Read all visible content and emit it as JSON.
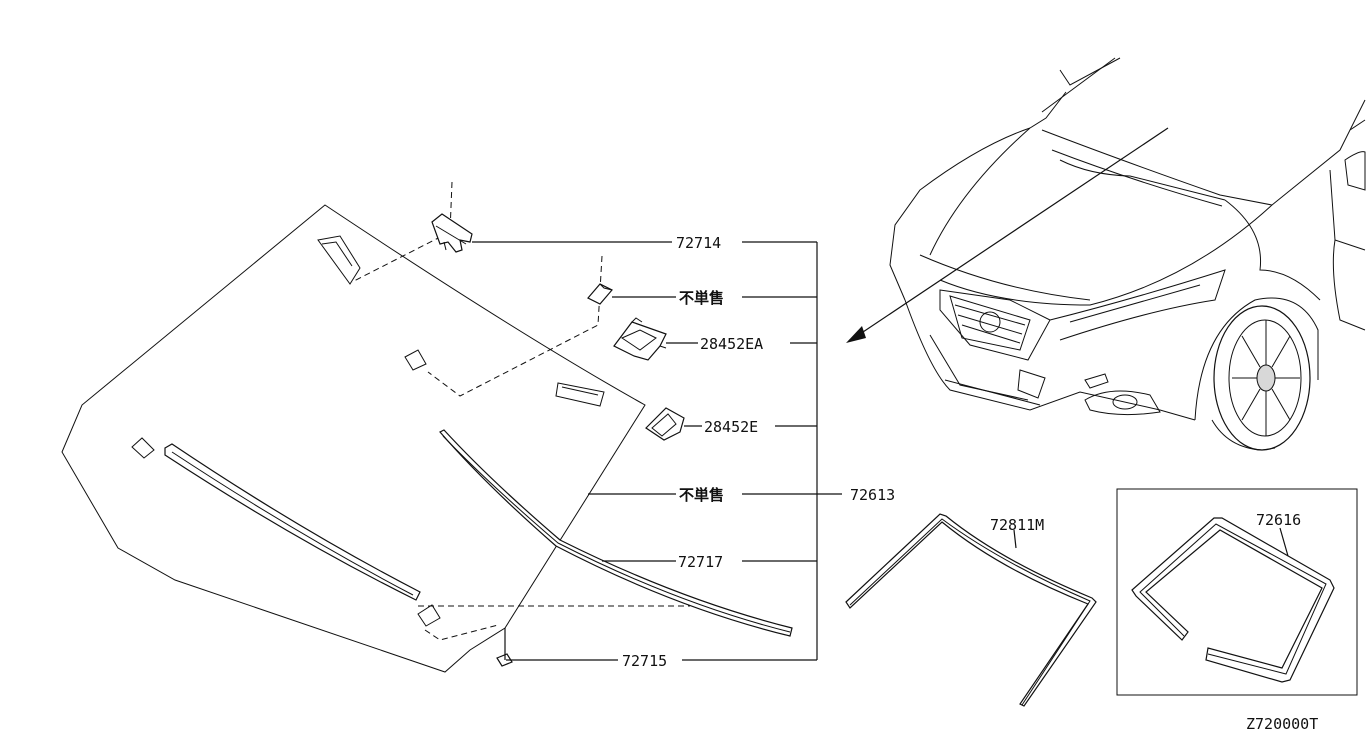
{
  "diagram": {
    "labels": {
      "p72714": "72714",
      "not_sold_1": "不単售",
      "p28452EA": "28452EA",
      "p28452E": "28452E",
      "not_sold_2": "不単售",
      "p72613": "72613",
      "p72717": "72717",
      "p72715": "72715",
      "p72811M": "72811M",
      "p72616": "72616"
    },
    "figure_code": "Z720000T"
  }
}
